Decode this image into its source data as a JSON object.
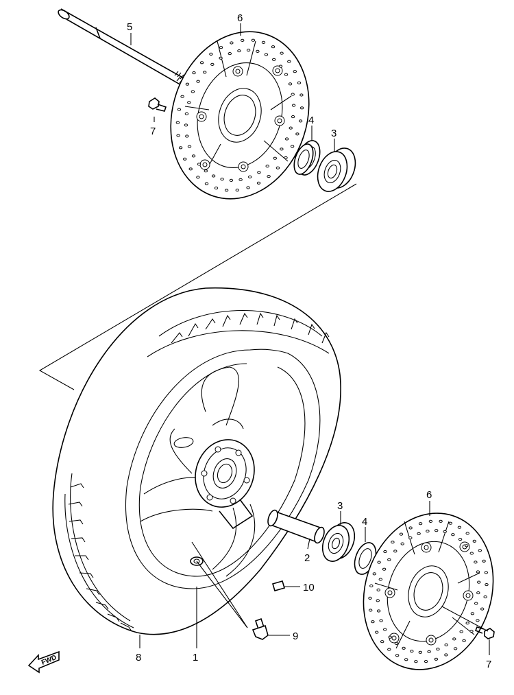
{
  "callouts": [
    {
      "id": "c1",
      "text": "1"
    },
    {
      "id": "c2",
      "text": "2"
    },
    {
      "id": "c3a",
      "text": "3"
    },
    {
      "id": "c3b",
      "text": "3"
    },
    {
      "id": "c4a",
      "text": "4"
    },
    {
      "id": "c4b",
      "text": "4"
    },
    {
      "id": "c5",
      "text": "5"
    },
    {
      "id": "c6a",
      "text": "6"
    },
    {
      "id": "c6b",
      "text": "6"
    },
    {
      "id": "c7a",
      "text": "7"
    },
    {
      "id": "c7b",
      "text": "7"
    },
    {
      "id": "c8",
      "text": "8"
    },
    {
      "id": "c9",
      "text": "9"
    },
    {
      "id": "c10",
      "text": "10"
    }
  ],
  "fwd_badge": "FWD"
}
